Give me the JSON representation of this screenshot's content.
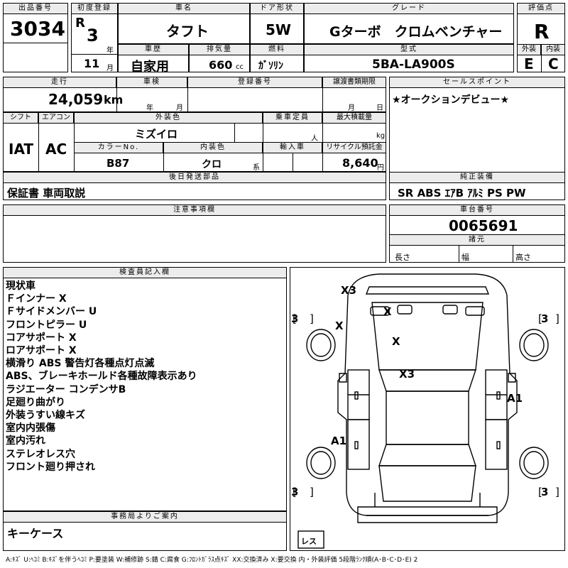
{
  "sheet": {
    "lot_label": "出品番号",
    "lot_no": "3034",
    "reg_label": "初度登録",
    "era": "R",
    "year": "3",
    "year_unit": "年",
    "month": "11",
    "month_unit": "月",
    "name_label": "車名",
    "car_name": "タフト",
    "door_label": "ドア形状",
    "door": "5W",
    "grade_label": "グレード",
    "grade": "Gターボ　クロムベンチャー",
    "score_label": "評価点",
    "score": "R",
    "ext_label": "外装",
    "ext": "E",
    "int_label": "内装",
    "int": "C",
    "history_label": "車歴",
    "history": "自家用",
    "disp_label": "排気量",
    "disp": "660",
    "disp_unit": "cc",
    "fuel_label": "燃料",
    "fuel": "ｶﾞｿﾘﾝ",
    "model_label": "型式",
    "model": "5BA-LA900S",
    "mileage_label": "走行",
    "mileage": "24,059",
    "km": "km",
    "inspect_label": "車検",
    "y": "年",
    "m": "月",
    "d": "日",
    "regno_label": "登録番号",
    "docs_label": "譲渡書類期限",
    "sales_label": "セールスポイント",
    "sales": "★オークションデビュー★",
    "shift_label": "シフト",
    "shift": "IAT",
    "ac_label": "エアコン",
    "ac": "AC",
    "color_label": "外装色",
    "color": "ミズイロ",
    "cap_label": "乗車定員",
    "cap_unit": "人",
    "load_label": "最大積載量",
    "load_unit": "kg",
    "colorno_label": "カラーNo.",
    "colorno": "B87",
    "intcolor_label": "内装色",
    "intcolor": "クロ",
    "intcolor_unit": "系",
    "import_label": "輸入車",
    "recycle_label": "リサイクル預託金",
    "recycle": "8,640",
    "yen": "円",
    "later_label": "後日発送部品",
    "later": "保証書 車両取説",
    "equip_label": "純正装備",
    "equip": "SR ABS ｴｱB ｱﾙﾐ PS PW",
    "notes_label": "注意事項欄",
    "chassis_label": "車台番号",
    "chassis": "0065691",
    "dims_label": "諸元",
    "len": "長さ",
    "wid": "幅",
    "hei": "高さ",
    "insp_label": "検査員記入欄",
    "insp_lines": [
      "現状車",
      "Ｆインナー X",
      "Ｆサイドメンバー U",
      "フロントピラー U",
      "コアサポート X",
      "ロアサポート X",
      "横滑り ABS 警告灯各種点灯点滅",
      "ABS、ブレーキホールド各種故障表示あり",
      "ラジエーター コンデンサB",
      "足廻り曲がり",
      "外装うすい線キズ",
      "室内内張傷",
      "室内汚れ",
      "ステレオレス穴",
      "フロント廻り押され"
    ],
    "office_label": "事務局よりご案内",
    "office": "キーケース",
    "footer": "A:ｷｽﾞ U:ﾍｺﾐ B:ｷｽﾞを伴うﾍｺﾐ P:要塗装 W:補修跡 S:錆 C:腐食 G:ﾌﾛﾝﾄｶﾞﾗｽ点ｷｽﾞ XX:交換済み X:要交換 内・外装評価 5段階ﾗﾝｸ順(A･B･C･D･E) 2"
  },
  "diagram": {
    "tires": [
      "3",
      "3",
      "3",
      "3"
    ],
    "spare": "レス",
    "marks": [
      "X3",
      "X",
      "X",
      "X",
      "X3",
      "A1",
      "A1"
    ]
  }
}
